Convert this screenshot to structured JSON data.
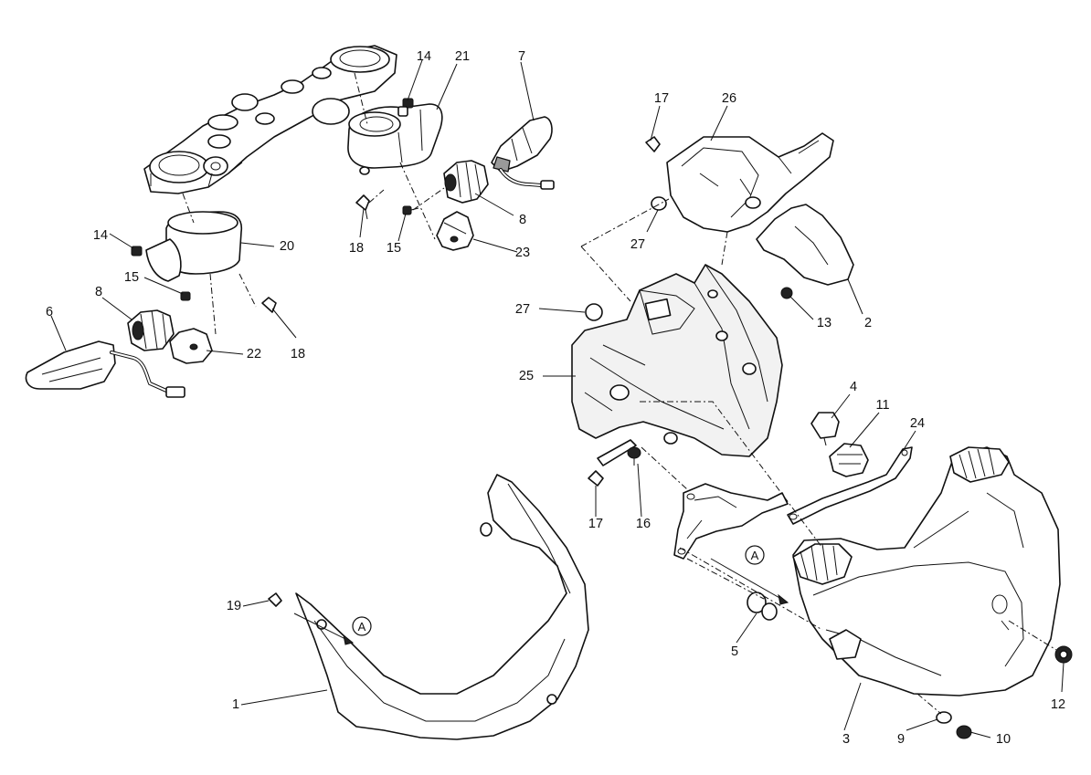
{
  "callouts": [
    "1",
    "2",
    "3",
    "4",
    "5",
    "6",
    "7",
    "8",
    "8",
    "9",
    "10",
    "11",
    "12",
    "13",
    "14",
    "14",
    "15",
    "15",
    "16",
    "17",
    "17",
    "18",
    "18",
    "19",
    "20",
    "21",
    "22",
    "23",
    "24",
    "25",
    "26",
    "27",
    "27"
  ],
  "view_markers": [
    "A",
    "A"
  ]
}
